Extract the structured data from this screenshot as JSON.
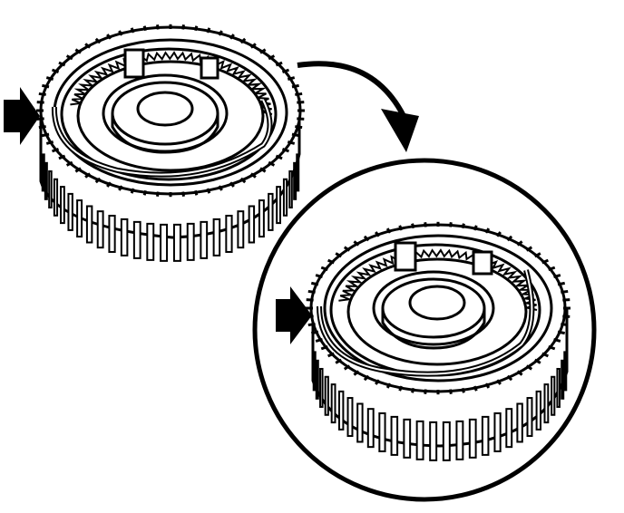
{
  "diagram": {
    "colors": {
      "line": "#000000",
      "fill": "#ffffff"
    },
    "parts": [
      {
        "id": "gear-top-left",
        "view": "overview"
      },
      {
        "id": "gear-detail",
        "view": "magnified"
      }
    ],
    "icons": [
      "pointer-arrow-icon",
      "curved-arrow-icon",
      "magnifier-circle"
    ]
  }
}
